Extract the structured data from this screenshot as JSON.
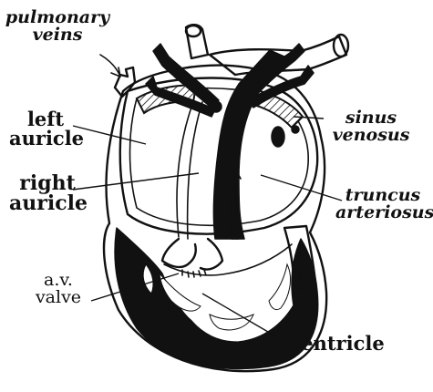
{
  "labels": {
    "pulmonary_veins": [
      "pulmonary",
      "veins"
    ],
    "left_auricle": [
      "left",
      "auricle"
    ],
    "right_auricle": [
      "right",
      "auricle"
    ],
    "av_valve": [
      "a.v.",
      "valve"
    ],
    "sinus_venosus": [
      "sinus",
      "venosus"
    ],
    "truncus_arteriosus": [
      "truncus",
      "arteriosus"
    ],
    "ventricle": [
      "ventricle"
    ]
  },
  "colors": {
    "ink": "#111111",
    "paper": "#ffffff"
  }
}
